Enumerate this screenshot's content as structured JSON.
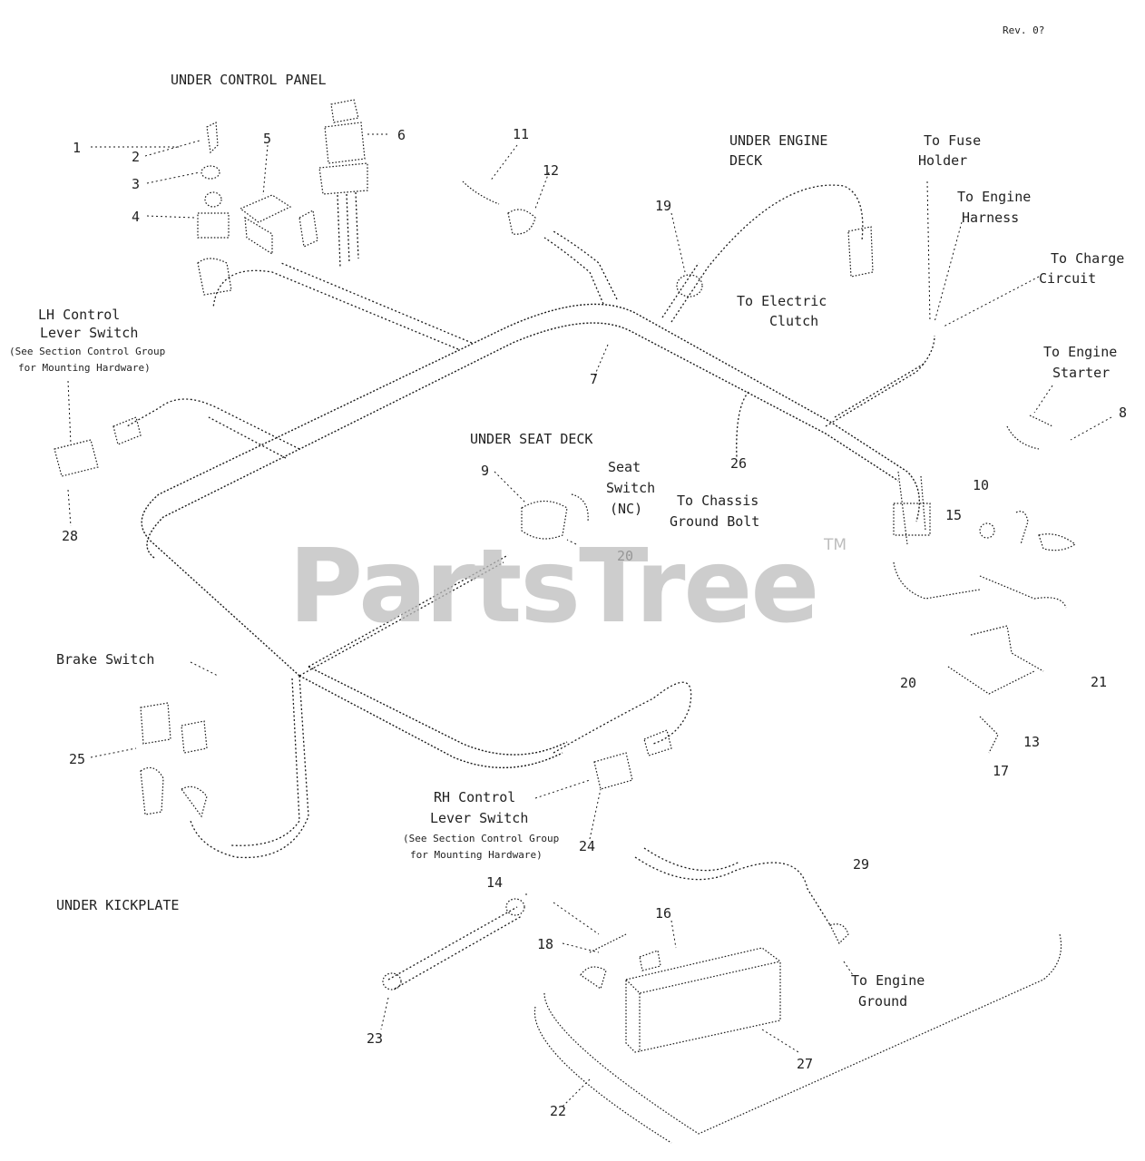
{
  "header": {
    "rev": "Rev. 0?"
  },
  "labels": {
    "under_control_panel": "UNDER CONTROL PANEL",
    "under_engine_deck": [
      "UNDER ENGINE",
      "DECK"
    ],
    "under_seat_deck": "UNDER SEAT DECK",
    "under_kickplate": "UNDER KICKPLATE",
    "to_fuse_holder": [
      "To Fuse",
      "Holder"
    ],
    "to_engine_harness": [
      "To Engine",
      "Harness"
    ],
    "to_charge_circuit": [
      "To Charge",
      "Circuit"
    ],
    "to_engine_starter": [
      "To Engine",
      "Starter"
    ],
    "to_electric_clutch": [
      "To Electric",
      "Clutch"
    ],
    "to_chassis_ground_bolt": [
      "To Chassis",
      "Ground Bolt"
    ],
    "to_engine_ground": [
      "To Engine",
      "Ground"
    ],
    "seat_switch": [
      "Seat",
      "Switch",
      "(NC)"
    ],
    "brake_switch": "Brake Switch",
    "lh_control_lever_switch": [
      "LH Control",
      "Lever Switch",
      "(See Section Control Group",
      "for Mounting Hardware)"
    ],
    "rh_control_lever_switch": [
      "RH Control",
      "Lever Switch",
      "(See Section Control Group",
      "for Mounting Hardware)"
    ]
  },
  "callouts": {
    "c1": "1",
    "c2": "2",
    "c3": "3",
    "c4": "4",
    "c5": "5",
    "c6": "6",
    "c7": "7",
    "c8": "8",
    "c9": "9",
    "c10": "10",
    "c11": "11",
    "c12": "12",
    "c13": "13",
    "c14": "14",
    "c15": "15",
    "c16": "16",
    "c17": "17",
    "c18": "18",
    "c19": "19",
    "c20": "20",
    "c21": "21",
    "c22": "22",
    "c23": "23",
    "c24": "24",
    "c25": "25",
    "c26": "26",
    "c27": "27",
    "c28": "28",
    "c29": "29"
  },
  "watermark": {
    "brand": "PartsTree",
    "tm": "TM",
    "color": "#bdbdbd"
  }
}
